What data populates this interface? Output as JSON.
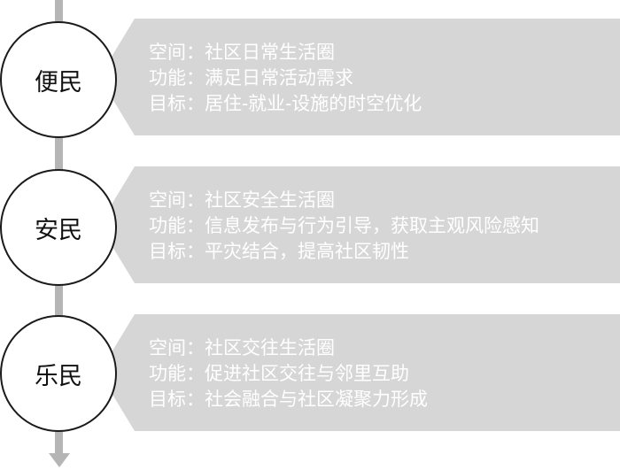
{
  "stages": [
    {
      "name": "便民",
      "lines": [
        "空间：社区日常生活圈",
        "功能：满足日常活动需求",
        "目标：居住-就业-设施的时空优化"
      ]
    },
    {
      "name": "安民",
      "lines": [
        "空间：社区安全生活圈",
        "功能：信息发布与行为引导，获取主观风险感知",
        "目标：平灾结合，提高社区韧性"
      ]
    },
    {
      "name": "乐民",
      "lines": [
        "空间：社区交往生活圈",
        "功能：促进社区交往与邻里互助",
        "目标：社会融合与社区凝聚力形成"
      ]
    }
  ],
  "colors": {
    "panel": "#d6d6d6",
    "spine": "#b5b5b5",
    "panel_text": "#ffffff",
    "circle_border": "#1a1a1a"
  }
}
